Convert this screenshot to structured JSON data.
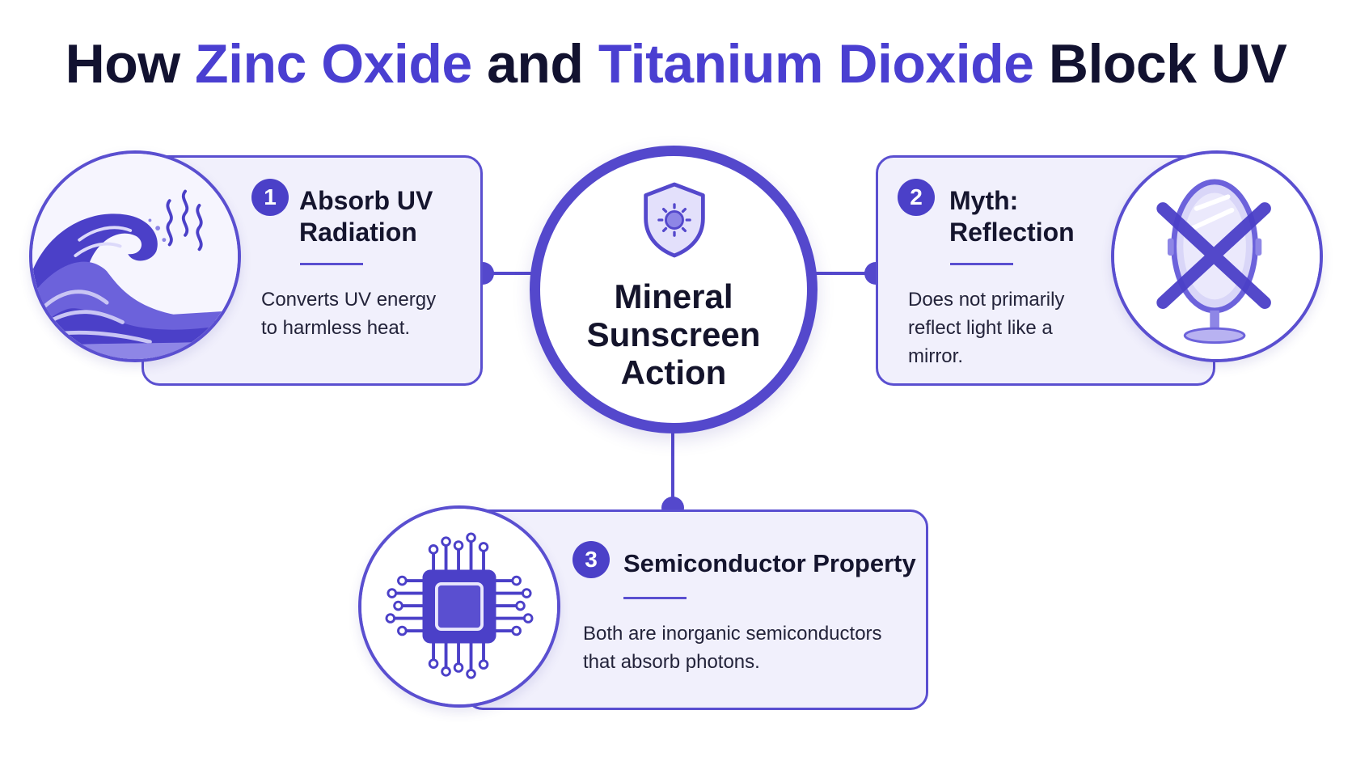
{
  "title": {
    "part1": "How ",
    "accent1": "Zinc Oxide",
    "part2": " and ",
    "accent2": "Titanium Dioxide",
    "part3": " Block UV"
  },
  "center": {
    "line1": "Mineral",
    "line2": "Sunscreen",
    "line3": "Action",
    "icon": "shield-sun-icon"
  },
  "cards": [
    {
      "number": "1",
      "title_line1": "Absorb UV",
      "title_line2": "Radiation",
      "body_line1": "Converts UV energy",
      "body_line2": "to harmless heat.",
      "icon": "wave-heat-icon"
    },
    {
      "number": "2",
      "title_line1": "Myth:",
      "title_line2": "Reflection",
      "body_line1": "Does not primarily",
      "body_line2": "reflect light like a",
      "body_line3": "mirror.",
      "icon": "crossed-mirror-icon"
    },
    {
      "number": "3",
      "title_line1": "Semiconductor Property",
      "body_line1": "Both are inorganic semiconductors",
      "body_line2": "that absorb photons.",
      "icon": "chip-icon"
    }
  ],
  "colors": {
    "accent": "#4a3fd1",
    "card_fill": "#f1f0fc",
    "dark_text": "#121230"
  }
}
